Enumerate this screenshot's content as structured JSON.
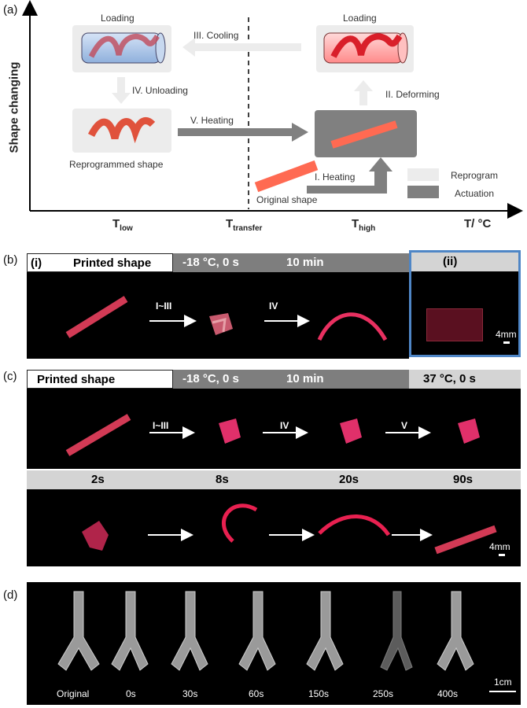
{
  "panel_a": {
    "label": "(a)",
    "y_axis": "Shape changing",
    "x_axis": "T/ °C",
    "ticks": {
      "low_main": "T",
      "low_sub": "low",
      "transfer_main": "T",
      "transfer_sub": "transfer",
      "high_main": "T",
      "high_sub": "high"
    },
    "loading_left": "Loading",
    "loading_right": "Loading",
    "cooling": "III. Cooling",
    "unloading": "IV. Unloading",
    "deforming": "II. Deforming",
    "heating_v": "V. Heating",
    "heating_i": "I. Heating",
    "reprogrammed": "Reprogrammed  shape",
    "original": "Original shape",
    "legend": [
      {
        "label": "Reprogram",
        "color": "#ececec"
      },
      {
        "label": "Actuation",
        "color": "#808080"
      }
    ]
  },
  "panel_b": {
    "label": "(b)",
    "sub_i": "(i)",
    "sub_ii": "(ii)",
    "printed": "Printed shape",
    "temp": "-18 °C, 0 s",
    "time": "10 min",
    "arrow1": "I~III",
    "arrow2": "IV",
    "scale": "4mm"
  },
  "panel_c": {
    "label": "(c)",
    "printed": "Printed shape",
    "temp1": "-18 °C, 0 s",
    "time": "10 min",
    "temp2": "37 °C, 0 s",
    "arrow1": "I~III",
    "arrow2": "IV",
    "arrow3": "V",
    "times": [
      "2s",
      "8s",
      "20s",
      "90s"
    ],
    "scale": "4mm"
  },
  "panel_d": {
    "label": "(d)",
    "times": [
      "Original",
      "0s",
      "30s",
      "60s",
      "150s",
      "250s",
      "400s"
    ],
    "scale": "1cm"
  }
}
